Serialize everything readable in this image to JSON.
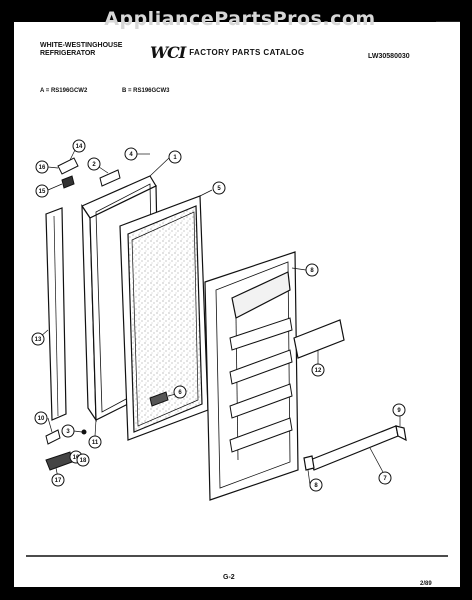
{
  "watermark": "AppliancePartsPros.com",
  "header": {
    "brand_line1": "WHITE-WESTINGHOUSE",
    "brand_line2": "REFRIGERATOR",
    "logo_text": "WCI",
    "catalog_title": "FACTORY PARTS CATALOG",
    "catalog_number": "LW30580030",
    "model_a": "A = RS196GCW2",
    "model_b": "B = RS196GCW3"
  },
  "footer": {
    "page": "G-2",
    "date": "2/89"
  },
  "callouts": [
    "14",
    "2",
    "4",
    "1",
    "16",
    "15",
    "5",
    "8",
    "13",
    "12",
    "10",
    "16",
    "3",
    "18",
    "17",
    "11",
    "6",
    "9",
    "7"
  ]
}
